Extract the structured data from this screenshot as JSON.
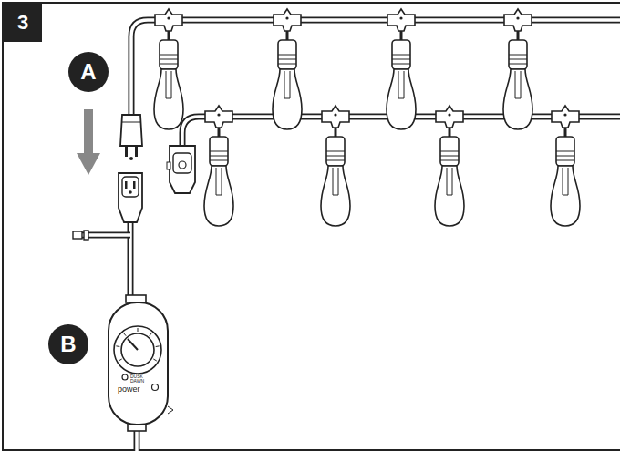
{
  "diagram": {
    "nodes": [
      {
        "text": [
          "3"
        ]
      },
      {
        "text": [
          "A"
        ]
      },
      {
        "text": [
          "B"
        ]
      },
      {
        "text": [
          "DUSK DAWN",
          "power"
        ]
      }
    ]
  }
}
